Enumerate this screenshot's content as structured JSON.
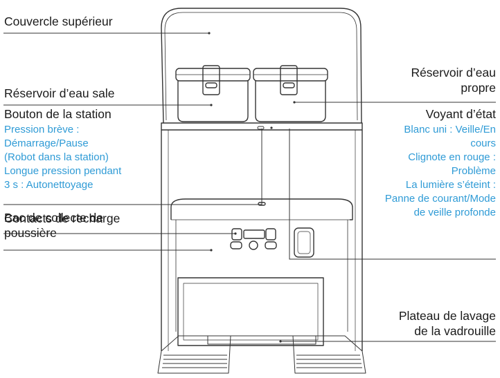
{
  "labels": {
    "top_cover": "Couvercle supérieur",
    "dirty_tank": "Réservoir d’eau sale",
    "clean_tank": [
      "Réservoir d’eau",
      "propre"
    ],
    "station_button": "Bouton de la station",
    "station_button_desc": [
      "Pression brève :",
      "Démarrage/Pause",
      "(Robot dans la station)",
      "Longue pression pendant",
      "3 s : Autonettoyage"
    ],
    "status_light": "Voyant d’état",
    "status_light_desc": [
      "Blanc uni : Veille/En",
      "cours",
      "Clignote en rouge :",
      "Problème",
      "La lumière s’éteint :",
      "Panne de courant/Mode",
      "de veille profonde"
    ],
    "dust_bin": [
      "Bac de collecte de",
      "poussière"
    ],
    "charging_contacts": "Contacts de recharge",
    "mop_tray": [
      "Plateau de lavage",
      "de la vadrouille"
    ]
  },
  "colors": {
    "label_text": "#1a1a1a",
    "description_text": "#2f9bd6",
    "line": "#333333"
  }
}
